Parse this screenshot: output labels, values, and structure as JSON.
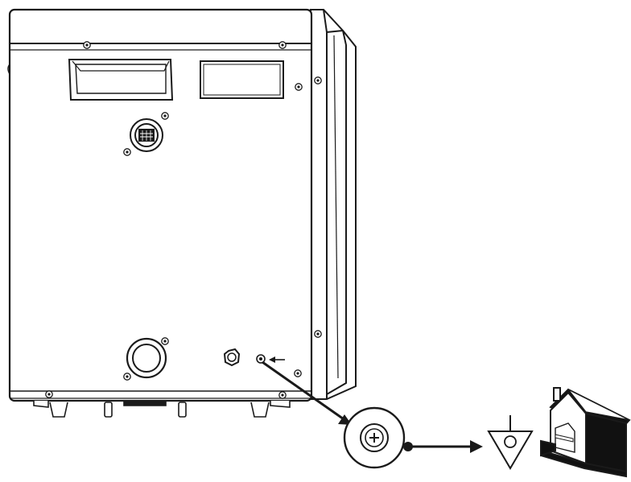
{
  "diagram": {
    "subject": "equipotential-grounding-connection",
    "colors": {
      "line": "#1a1a1a",
      "fill": "#ffffff",
      "dark": "#111111"
    },
    "parts": [
      "device-rear-panel",
      "carry-handle",
      "label-window",
      "connector-upper",
      "connector-lower",
      "fuse-holder",
      "equipotential-terminal",
      "terminal-detail",
      "connection-wire",
      "equipotential-symbol",
      "building-grounding"
    ],
    "icons": {
      "equipotential": "equipotential-triangle-icon",
      "building": "house-icon",
      "screw": "screw-icon"
    }
  }
}
